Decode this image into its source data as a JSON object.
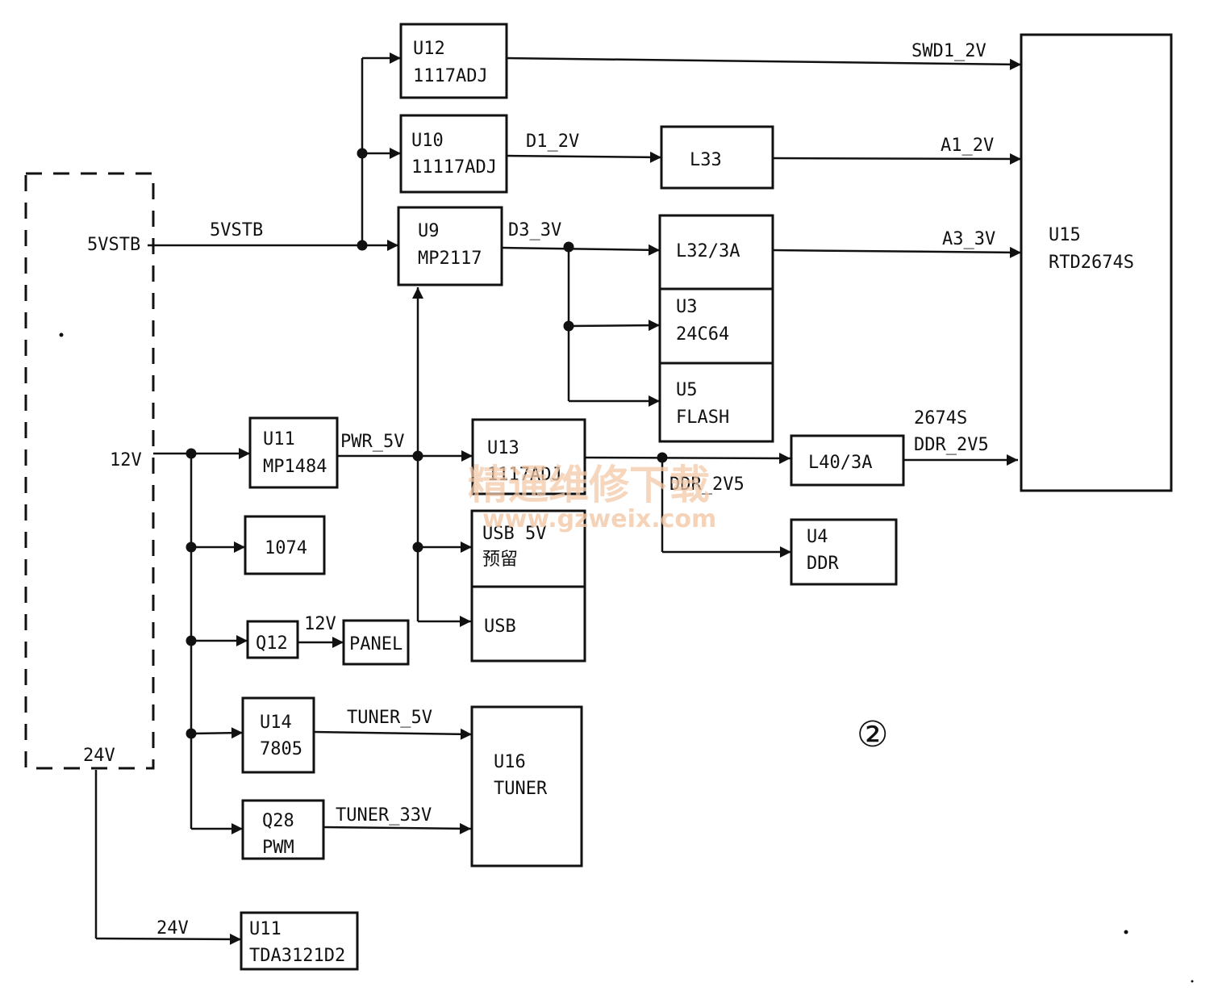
{
  "power_supply": {
    "out_5vstb": "5VSTB",
    "out_12v": "12V",
    "out_24v": "24V"
  },
  "blocks": {
    "u12": {
      "line1": "U12",
      "line2": "1117ADJ"
    },
    "u10": {
      "line1": "U10",
      "line2": "11117ADJ"
    },
    "u9": {
      "line1": "U9",
      "line2": "MP2117"
    },
    "l33": {
      "line1": "L33"
    },
    "l32": {
      "line1": "L32/3A"
    },
    "u3": {
      "line1": "U3",
      "line2": "24C64"
    },
    "u5": {
      "line1": "U5",
      "line2": "FLASH"
    },
    "u15": {
      "line1": "U15",
      "line2": "RTD2674S"
    },
    "u11a": {
      "line1": "U11",
      "line2": "MP1484"
    },
    "u13": {
      "line1": "U13",
      "line2": "1117ADJ"
    },
    "l40": {
      "line1": "L40/3A"
    },
    "u4": {
      "line1": "U4",
      "line2": "DDR"
    },
    "ic1074": {
      "line1": "1074"
    },
    "usb5v": {
      "line1": "USB 5V",
      "line2": "预留"
    },
    "usb": {
      "line1": "USB"
    },
    "q12": {
      "line1": "Q12"
    },
    "panel": {
      "line1": "PANEL"
    },
    "u14": {
      "line1": "U14",
      "line2": "7805"
    },
    "u16": {
      "line1": "U16",
      "line2": "TUNER"
    },
    "q28": {
      "line1": "Q28",
      "line2": "PWM"
    },
    "u11b": {
      "line1": "U11",
      "line2": "TDA3121D2"
    }
  },
  "nets": {
    "n5vstb": "5VSTB",
    "swd1_2v": "SWD1_2V",
    "d1_2v": "D1_2V",
    "a1_2v": "A1_2V",
    "d3_3v": "D3_3V",
    "a3_3v": "A3_3V",
    "pwr_5v": "PWR_5V",
    "ddr_2v5": "DDR_2V5",
    "s2674_l1": "2674S",
    "s2674_l2": "DDR_2V5",
    "n12v_panel": "12V",
    "tuner_5v": "TUNER_5V",
    "tuner_33v": "TUNER_33V",
    "n24v_amp": "24V"
  },
  "figure_number": "②",
  "watermark": {
    "text_cn": "精通维修下载",
    "url": "www.gzweix.com"
  }
}
